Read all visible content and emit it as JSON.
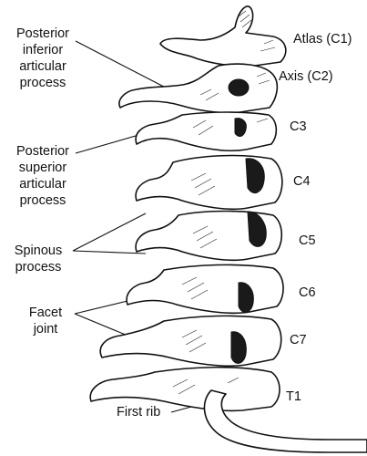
{
  "labels": {
    "posterior_inferior": [
      "Posterior",
      "inferior",
      "articular",
      "process"
    ],
    "posterior_superior": [
      "Posterior",
      "superior",
      "articular",
      "process"
    ],
    "spinous": [
      "Spinous",
      "process"
    ],
    "facet": [
      "Facet",
      "joint"
    ],
    "first_rib": "First rib",
    "vertebrae": {
      "c1": "Atlas (C1)",
      "c2": "Axis (C2)",
      "c3": "C3",
      "c4": "C4",
      "c5": "C5",
      "c6": "C6",
      "c7": "C7",
      "t1": "T1"
    }
  }
}
